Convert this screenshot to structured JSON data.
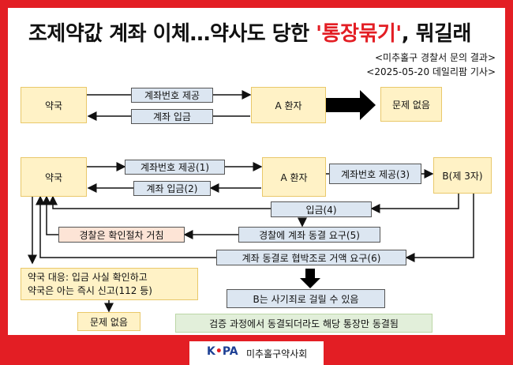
{
  "header": {
    "title_main": "조제약값 계좌 이체…약사도 당한 ",
    "title_accent": "'통장묶기'",
    "title_tail": ", 뭐길래",
    "source_line1": "<미추홀구 경찰서 문의 결과>",
    "source_line2": "<2025-05-20 데일리팜 기사>"
  },
  "normal_case": {
    "pharmacy": "약국",
    "patient": "A 환자",
    "step_account": "계좌번호 제공",
    "step_deposit": "계좌 입금",
    "result": "문제 없음"
  },
  "fraud_case": {
    "pharmacy": "약국",
    "patient": "A 환자",
    "third_party": "B(제 3자)",
    "step1": "계좌번호 제공(1)",
    "step2": "계좌 입금(2)",
    "step3": "계좌번호 제공(3)",
    "step4": "입금(4)",
    "step5": "경찰에 계좌 동결 요구(5)",
    "step6": "계좌 동결로 협박조로 거액 요구(6)",
    "police_check": "경찰은 확인절차 거침",
    "pharmacy_response_line1": "약국 대응: 입금 사실 확인하고",
    "pharmacy_response_line2": "약국은 아는 즉시 신고(112 등)",
    "result_ok": "문제 없음",
    "b_fraud": "B는 사기죄로 걸릴 수 있음",
    "verification_note": "검증 과정에서 동결되더라도 해당 통장만 동결됨"
  },
  "footer": {
    "logo_k": "K",
    "logo_dot": "•",
    "logo_pa": "PA",
    "org_name": "미추홀구약사회"
  },
  "colors": {
    "frame_red": "#e31e24",
    "yellow_box": "#fff2c6",
    "blue_box": "#dce6f1",
    "pink_box": "#fde4d6",
    "green_box": "#e2efda"
  }
}
